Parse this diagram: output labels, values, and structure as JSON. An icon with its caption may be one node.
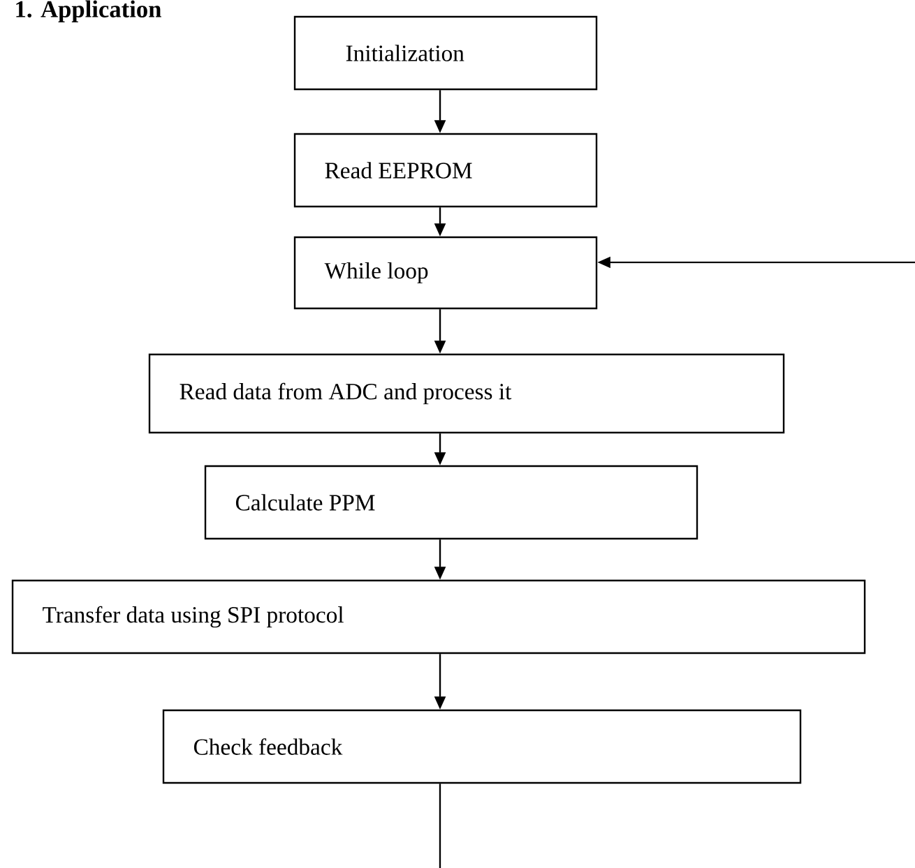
{
  "diagram": {
    "title": "1. Application",
    "nodes": [
      {
        "text": [
          "Initialization"
        ]
      },
      {
        "text": [
          "Read EEPROM"
        ]
      },
      {
        "text": [
          "While loop"
        ]
      },
      {
        "text": [
          "Read data from ADC and process it"
        ]
      },
      {
        "text": [
          "Calculate PPM"
        ]
      },
      {
        "text": [
          "Transfer data using SPI protocol"
        ]
      },
      {
        "text": [
          "Check feedback"
        ]
      }
    ],
    "edges": [
      {
        "from": 0,
        "to": 1,
        "arrow": "to"
      },
      {
        "from": 1,
        "to": 2,
        "arrow": "to"
      },
      {
        "from": 2,
        "to": 3,
        "arrow": "to"
      },
      {
        "from": 3,
        "to": 4,
        "arrow": "to"
      },
      {
        "from": 4,
        "to": 5,
        "arrow": "to"
      },
      {
        "from": 5,
        "to": 6,
        "arrow": "to"
      },
      {
        "from": null,
        "to": 2,
        "arrow": "to"
      },
      {
        "from": 6,
        "to": null,
        "arrow": "none"
      }
    ]
  }
}
